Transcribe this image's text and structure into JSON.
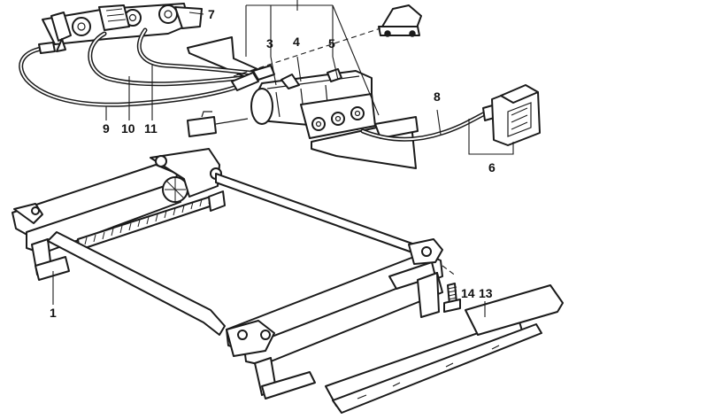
{
  "colors": {
    "ink": "#1a1a1a",
    "paper": "#ffffff"
  },
  "callouts": {
    "c1": "1",
    "c3": "3",
    "c4": "4",
    "c5": "5",
    "c6": "6",
    "c7": "7",
    "c8": "8",
    "c9": "9",
    "c10": "10",
    "c11": "11",
    "c13": "13",
    "c14": "14"
  }
}
